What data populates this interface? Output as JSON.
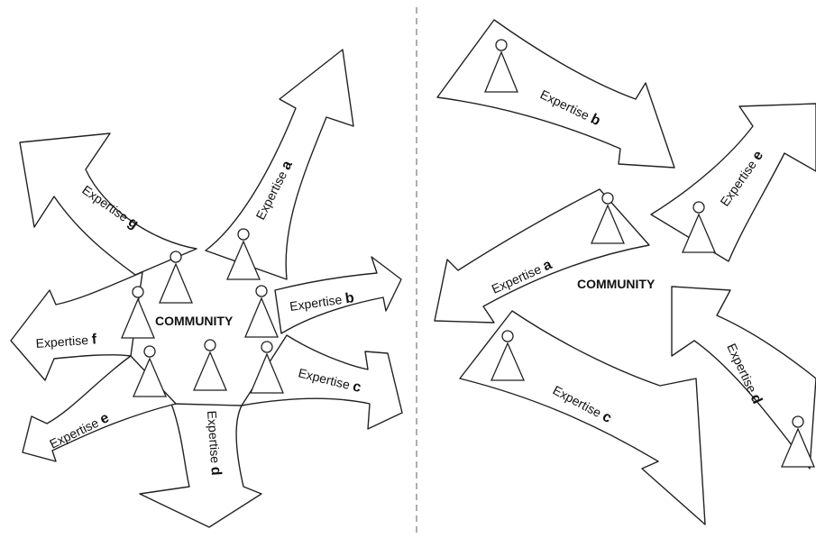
{
  "left_panel": {
    "center_label": "COMMUNITY",
    "arrows": [
      {
        "word": "Expertise",
        "key": "a"
      },
      {
        "word": "Expertise",
        "key": "b"
      },
      {
        "word": "Expertise",
        "key": "c"
      },
      {
        "word": "Expertise",
        "key": "d"
      },
      {
        "word": "Expertise",
        "key": "e"
      },
      {
        "word": "Expertise",
        "key": "f"
      },
      {
        "word": "Expertise",
        "key": "g"
      }
    ]
  },
  "right_panel": {
    "center_label": "COMMUNITY",
    "arrows": [
      {
        "word": "Expertise",
        "key": "b"
      },
      {
        "word": "Expertise",
        "key": "e"
      },
      {
        "word": "Expertise",
        "key": "a"
      },
      {
        "word": "Expertise",
        "key": "c"
      },
      {
        "word": "Expertise",
        "key": "d"
      }
    ]
  },
  "colors": {
    "stroke": "#222222",
    "divider": "#9a9a9a",
    "background": "#ffffff"
  }
}
